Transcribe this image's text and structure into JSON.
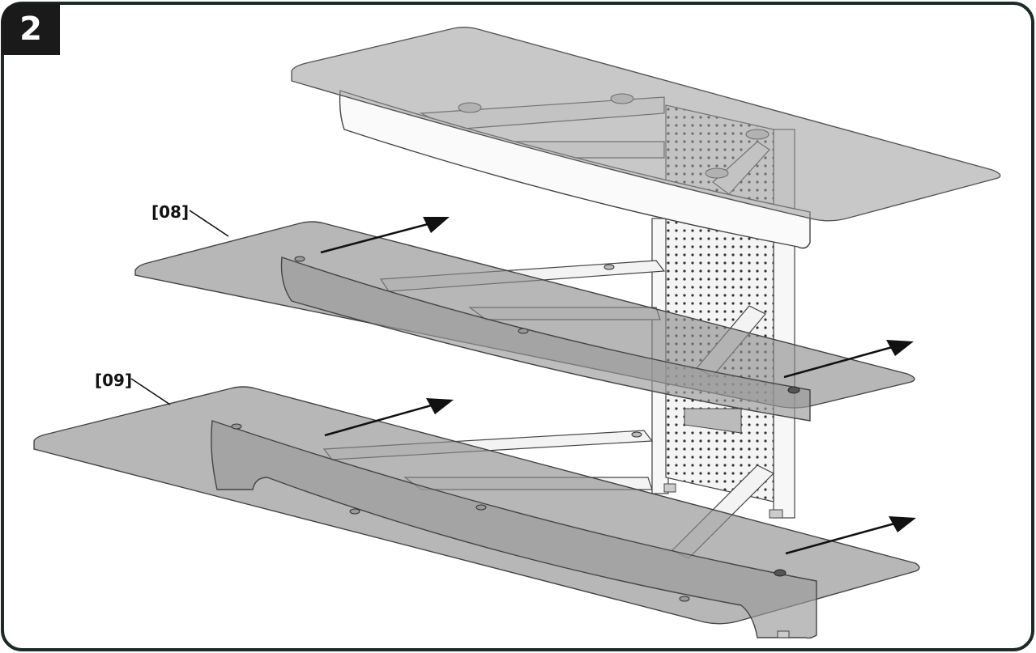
{
  "step": {
    "number": "2"
  },
  "callouts": [
    {
      "id": "08",
      "label": "[08]"
    },
    {
      "id": "09",
      "label": "[09]"
    }
  ],
  "colors": {
    "frame": "#1d2a28",
    "glass": "#9a9a9a",
    "glass_edge": "#555555",
    "frame_metal": "#f2f2f2",
    "arrow": "#111111",
    "badge": "#1a1a1a"
  },
  "icons": [
    "step-number-badge",
    "arrow-right-icon",
    "leader-line"
  ]
}
